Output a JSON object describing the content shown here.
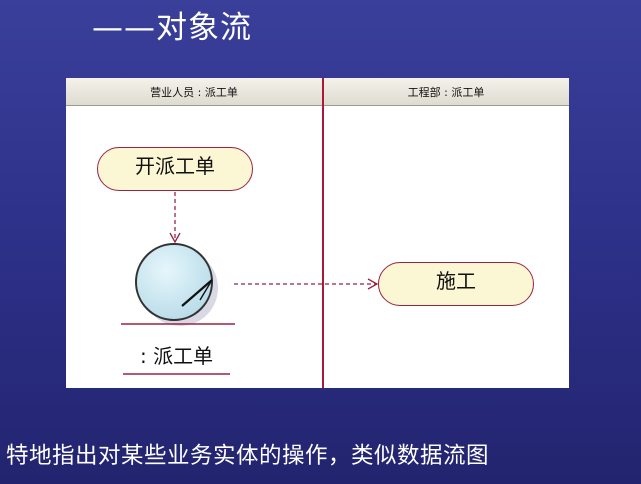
{
  "slide": {
    "title": "——对象流",
    "caption": "特地指出对某些业务实体的操作，类似数据流图"
  },
  "diagram": {
    "lanes": [
      {
        "label": "营业人员 : 派工单"
      },
      {
        "label": "工程部 : 派工单"
      }
    ],
    "activities": [
      {
        "label": "开派工单"
      },
      {
        "label": "施工"
      }
    ],
    "object": {
      "label": ": 派工单",
      "icon": "object-state-icon"
    }
  },
  "colors": {
    "background": "#2c2f86",
    "activity_fill": "#fbf6d3",
    "activity_border": "#9a2243",
    "connector": "#9a2243",
    "object_fill": "#cfeaf3"
  }
}
